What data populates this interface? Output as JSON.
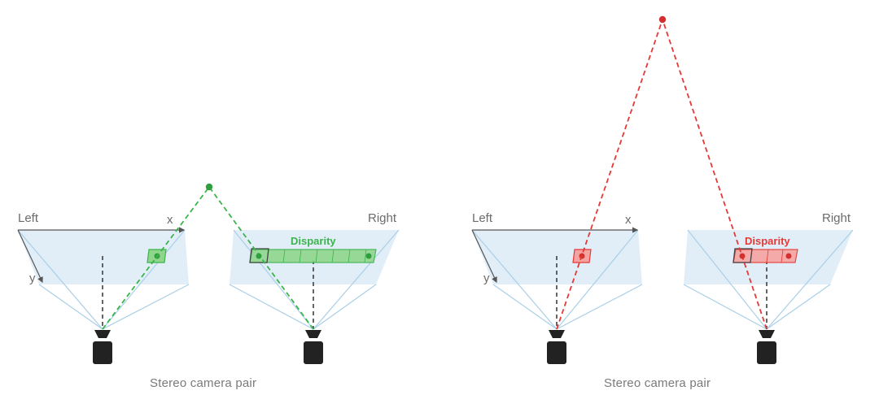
{
  "panels": [
    {
      "left_label": "Left",
      "right_label": "Right",
      "x_axis_label": "x",
      "y_axis_label": "y",
      "disparity_label": "Disparity",
      "caption": "Stereo camera pair",
      "accent": "#3cb44b"
    },
    {
      "left_label": "Left",
      "right_label": "Right",
      "x_axis_label": "x",
      "y_axis_label": "y",
      "disparity_label": "Disparity",
      "caption": "Stereo camera pair",
      "accent": "#e53935"
    }
  ],
  "colors": {
    "image_plane": "#dcebf7",
    "frustum_line": "#a9cfe8",
    "axis": "#555555",
    "camera_body": "#222222",
    "green": "#3cb44b",
    "red": "#e53935"
  }
}
